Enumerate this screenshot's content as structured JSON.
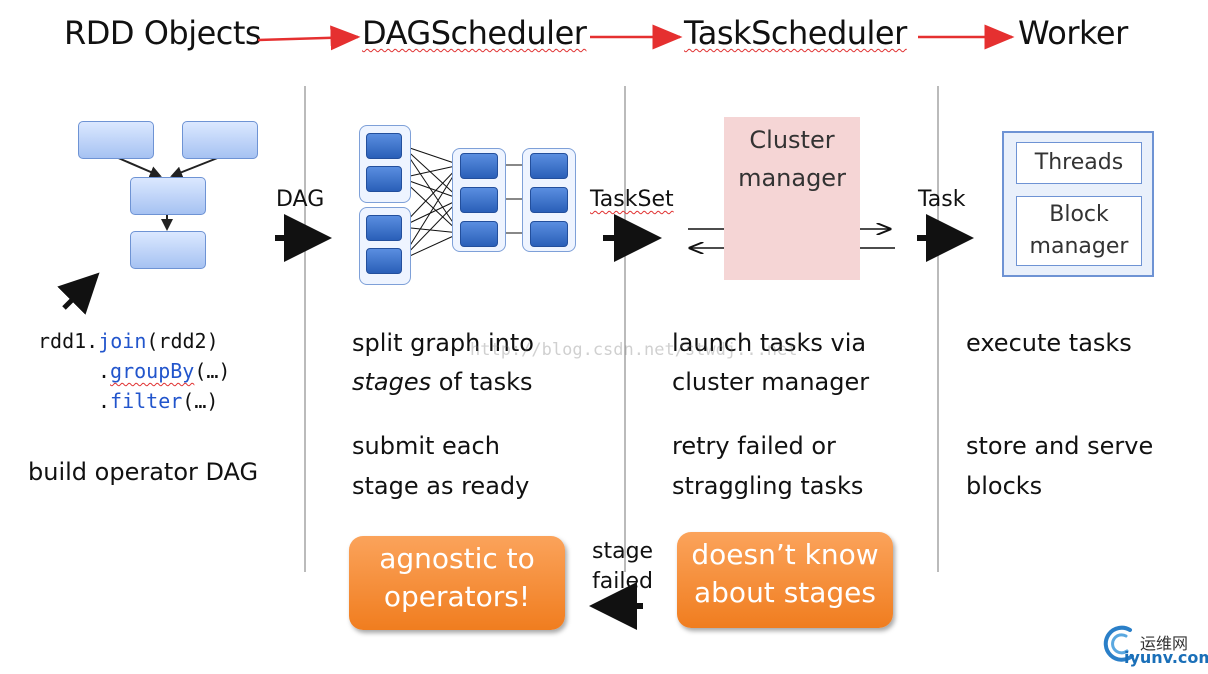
{
  "headers": {
    "rdd_objects": "RDD Objects",
    "dag_scheduler": "DAGScheduler",
    "task_scheduler": "TaskScheduler",
    "worker": "Worker"
  },
  "rdd": {
    "code_line1_prefix": "rdd1.",
    "code_line1_fn": "join",
    "code_line1_args": "(rdd2)",
    "code_line2_dot": ".",
    "code_line2_fn": "groupBy",
    "code_line2_args": "(…)",
    "code_line3_dot": ".",
    "code_line3_fn": "filter",
    "code_line3_args": "(…)",
    "caption": "build operator DAG"
  },
  "labels": {
    "dag": "DAG",
    "taskset": "TaskSet",
    "task": "Task",
    "stage_failed_1": "stage",
    "stage_failed_2": "failed"
  },
  "dag_scheduler": {
    "line1": "split graph into",
    "line2_em": "stages",
    "line2_rest": " of tasks",
    "line3": "submit each",
    "line4": "stage as ready",
    "callout_1": "agnostic to",
    "callout_2": "operators!"
  },
  "task_scheduler": {
    "cluster_manager_1": "Cluster",
    "cluster_manager_2": "manager",
    "line1": "launch tasks via",
    "line2": "cluster manager",
    "line3": "retry failed or",
    "line4": "straggling tasks",
    "callout_1": "doesn’t know",
    "callout_2": "about stages"
  },
  "worker": {
    "threads": "Threads",
    "block_1": "Block",
    "block_2": "manager",
    "line1": "execute tasks",
    "line2": "store and serve",
    "line3": "blocks"
  },
  "watermark": {
    "url": "http://blog.csdn.net/stwdj...net",
    "logo_cn": "运维网",
    "logo_site": "iyunv.com"
  },
  "colors": {
    "header_arrow": "#e53030",
    "orange": "#f28a2e",
    "cluster_pink": "#f5d5d5",
    "node_blue": "#a6c2f2",
    "worker_border": "#6e93d4",
    "code_blue": "#2255cc"
  }
}
